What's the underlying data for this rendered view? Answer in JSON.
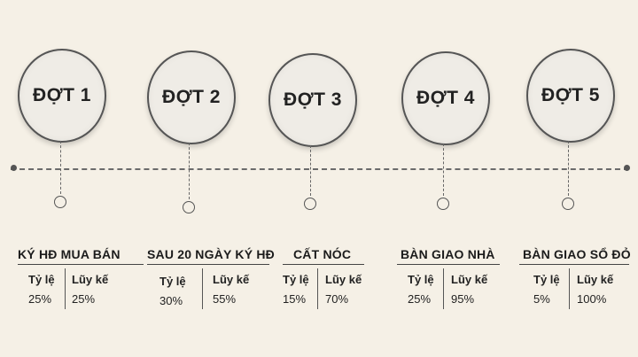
{
  "phases": [
    {
      "label": "ĐỢT 1",
      "title": "KÝ HĐ MUA BÁN",
      "rate_label": "Tỷ lệ",
      "cum_label": "Lũy kế",
      "rate": "25%",
      "cum": "25%"
    },
    {
      "label": "ĐỢT 2",
      "title": "SAU 20 NGÀY KÝ HĐ",
      "rate_label": "Tỷ lệ",
      "cum_label": "Lũy kế",
      "rate": "30%",
      "cum": "55%"
    },
    {
      "label": "ĐỢT 3",
      "title": "CẤT NÓC",
      "rate_label": "Tỷ lệ",
      "cum_label": "Lũy kế",
      "rate": "15%",
      "cum": "70%"
    },
    {
      "label": "ĐỢT 4",
      "title": "BÀN GIAO NHÀ",
      "rate_label": "Tỷ lệ",
      "cum_label": "Lũy kế",
      "rate": "25%",
      "cum": "95%"
    },
    {
      "label": "ĐỢT 5",
      "title": "BÀN GIAO SỔ ĐỎ",
      "rate_label": "Tỷ lệ",
      "cum_label": "Lũy kế",
      "rate": "5%",
      "cum": "100%"
    }
  ]
}
